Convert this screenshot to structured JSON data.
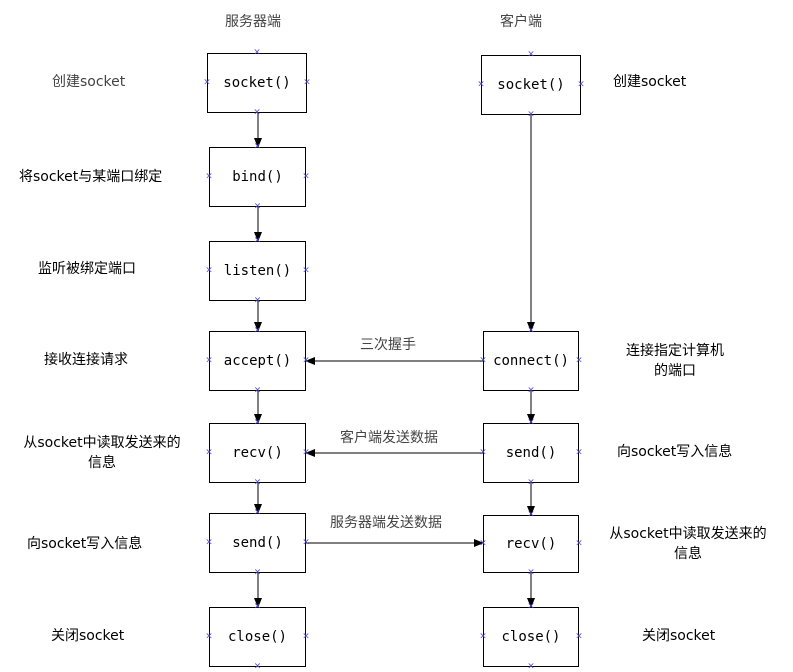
{
  "headers": {
    "server": "服务器端",
    "client": "客户端"
  },
  "server": {
    "socket": "socket()",
    "bind": "bind()",
    "listen": "listen()",
    "accept": "accept()",
    "recv": "recv()",
    "send": "send()",
    "close": "close()"
  },
  "client": {
    "socket": "socket()",
    "connect": "connect()",
    "send": "send()",
    "recv": "recv()",
    "close": "close()"
  },
  "server_labels": {
    "socket": "创建socket",
    "bind": "将socket与某端口绑定",
    "listen": "监听被绑定端口",
    "accept": "接收连接请求",
    "recv_line1": "从socket中读取发送来的",
    "recv_line2": "信息",
    "send": "向socket写入信息",
    "close": "关闭socket"
  },
  "client_labels": {
    "socket": "创建socket",
    "connect_line1": "连接指定计算机",
    "connect_line2": "的端口",
    "send": "向socket写入信息",
    "recv_line1": "从socket中读取发送来的",
    "recv_line2": "信息",
    "close": "关闭socket"
  },
  "edges": {
    "handshake": "三次握手",
    "client_send": "客户端发送数据",
    "server_send": "服务器端发送数据"
  }
}
